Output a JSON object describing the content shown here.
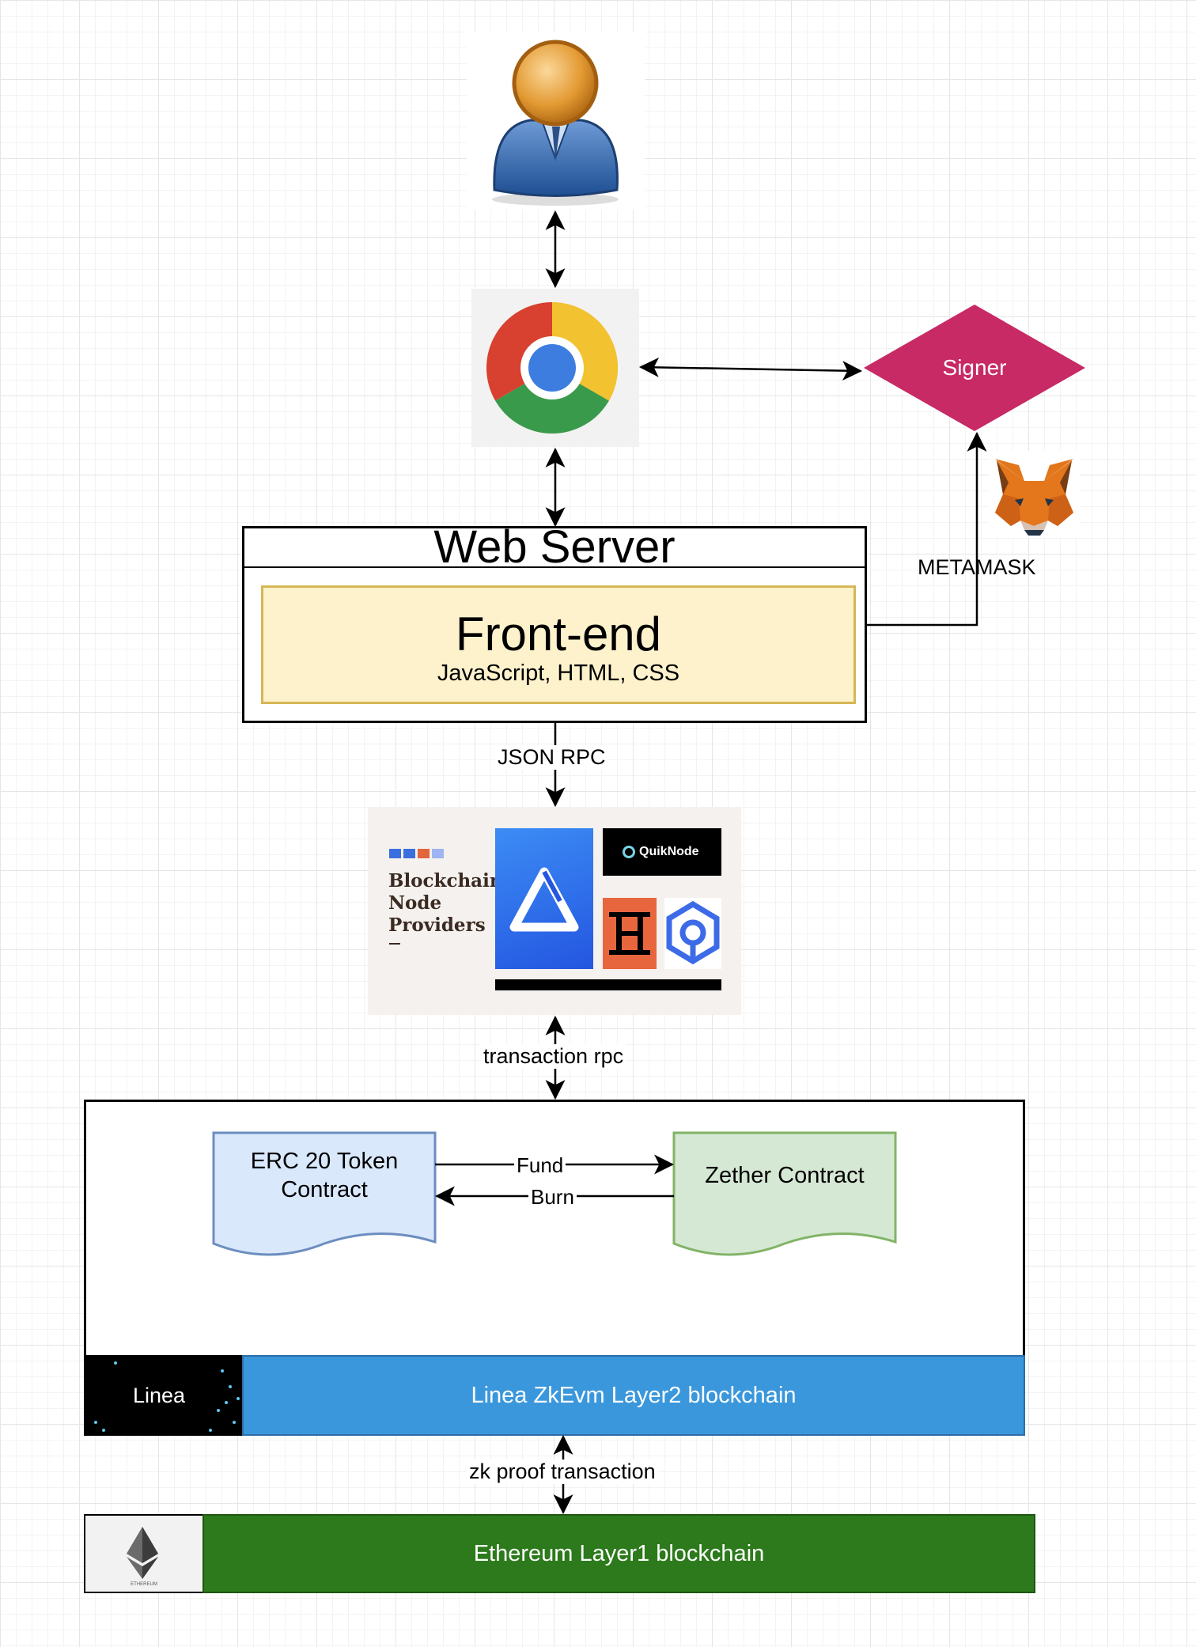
{
  "nodes": {
    "web_server": {
      "title": "Web Server"
    },
    "frontend": {
      "title": "Front-end",
      "subtitle": "JavaScript, HTML, CSS"
    },
    "signer": {
      "label": "Signer"
    },
    "metamask": {
      "label": "METAMASK"
    },
    "providers": {
      "text_line1": "Blockchain",
      "text_line2": "Node",
      "text_line3": "Providers",
      "quiknode": "QuikNode"
    },
    "erc20": {
      "line1": "ERC 20 Token",
      "line2": "Contract"
    },
    "zether": {
      "label": "Zether Contract"
    },
    "linea": {
      "label": "Linea ZkEvm Layer2 blockchain",
      "logo_text": "Linea"
    },
    "ethereum": {
      "label": "Ethereum Layer1 blockchain",
      "logo_text": "ETHEREUM"
    }
  },
  "edges": {
    "json_rpc": "JSON RPC",
    "transaction_rpc": "transaction rpc",
    "fund": "Fund",
    "burn": "Burn",
    "zk_proof": "zk proof transaction"
  },
  "colors": {
    "signer": "#c72a65",
    "frontend_fill": "#fdf2cc",
    "frontend_border": "#d6b656",
    "erc20_fill": "#dae8fc",
    "erc20_border": "#6c8ebf",
    "zether_fill": "#d5e8d4",
    "zether_border": "#82b366",
    "linea": "#3a97dc",
    "ethereum": "#2c7a1b"
  }
}
